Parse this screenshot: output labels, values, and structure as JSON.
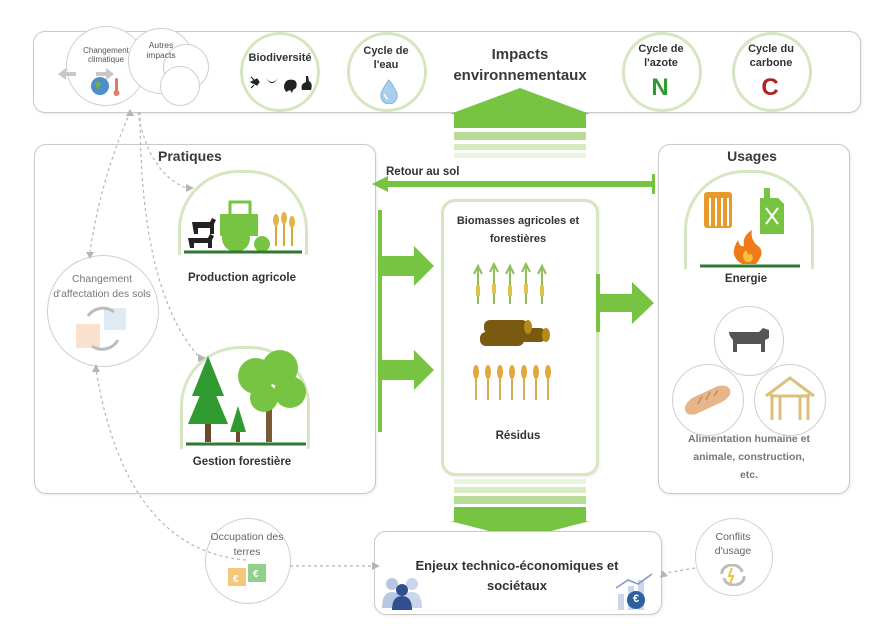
{
  "top": {
    "changement_climatique": "Changement climatique",
    "autres_impacts": "Autres impacts",
    "biodiversite": "Biodiversité",
    "cycle_eau": "Cycle de l'eau",
    "impacts_env": "Impacts environnementaux",
    "cycle_azote": "Cycle de l'azote",
    "azote_symbol": "N",
    "cycle_carbone": "Cycle du carbone",
    "carbone_symbol": "C"
  },
  "pratiques": {
    "title": "Pratiques",
    "production_agricole": "Production agricole",
    "gestion_forestiere": "Gestion forestière",
    "changement_affectation": "Changement d'affectation des sols"
  },
  "center": {
    "retour_au_sol": "Retour au sol",
    "biomasses": "Biomasses agricoles et forestières",
    "residus": "Résidus"
  },
  "usages": {
    "title": "Usages",
    "energie": "Energie",
    "alimentation": "Alimentation humaine et animale, construction, etc."
  },
  "bottom": {
    "occupation": "Occupation des terres",
    "enjeux": "Enjeux technico-économiques et sociétaux",
    "conflits": "Conflits d'usage",
    "euro_symbol": "€"
  },
  "colors": {
    "green_arrow": "#76c442",
    "green_dark": "#2f9a2f",
    "green_light_ring": "#d6e6c2",
    "carbon_red": "#b22222",
    "title_green": "#4b7a1f"
  }
}
